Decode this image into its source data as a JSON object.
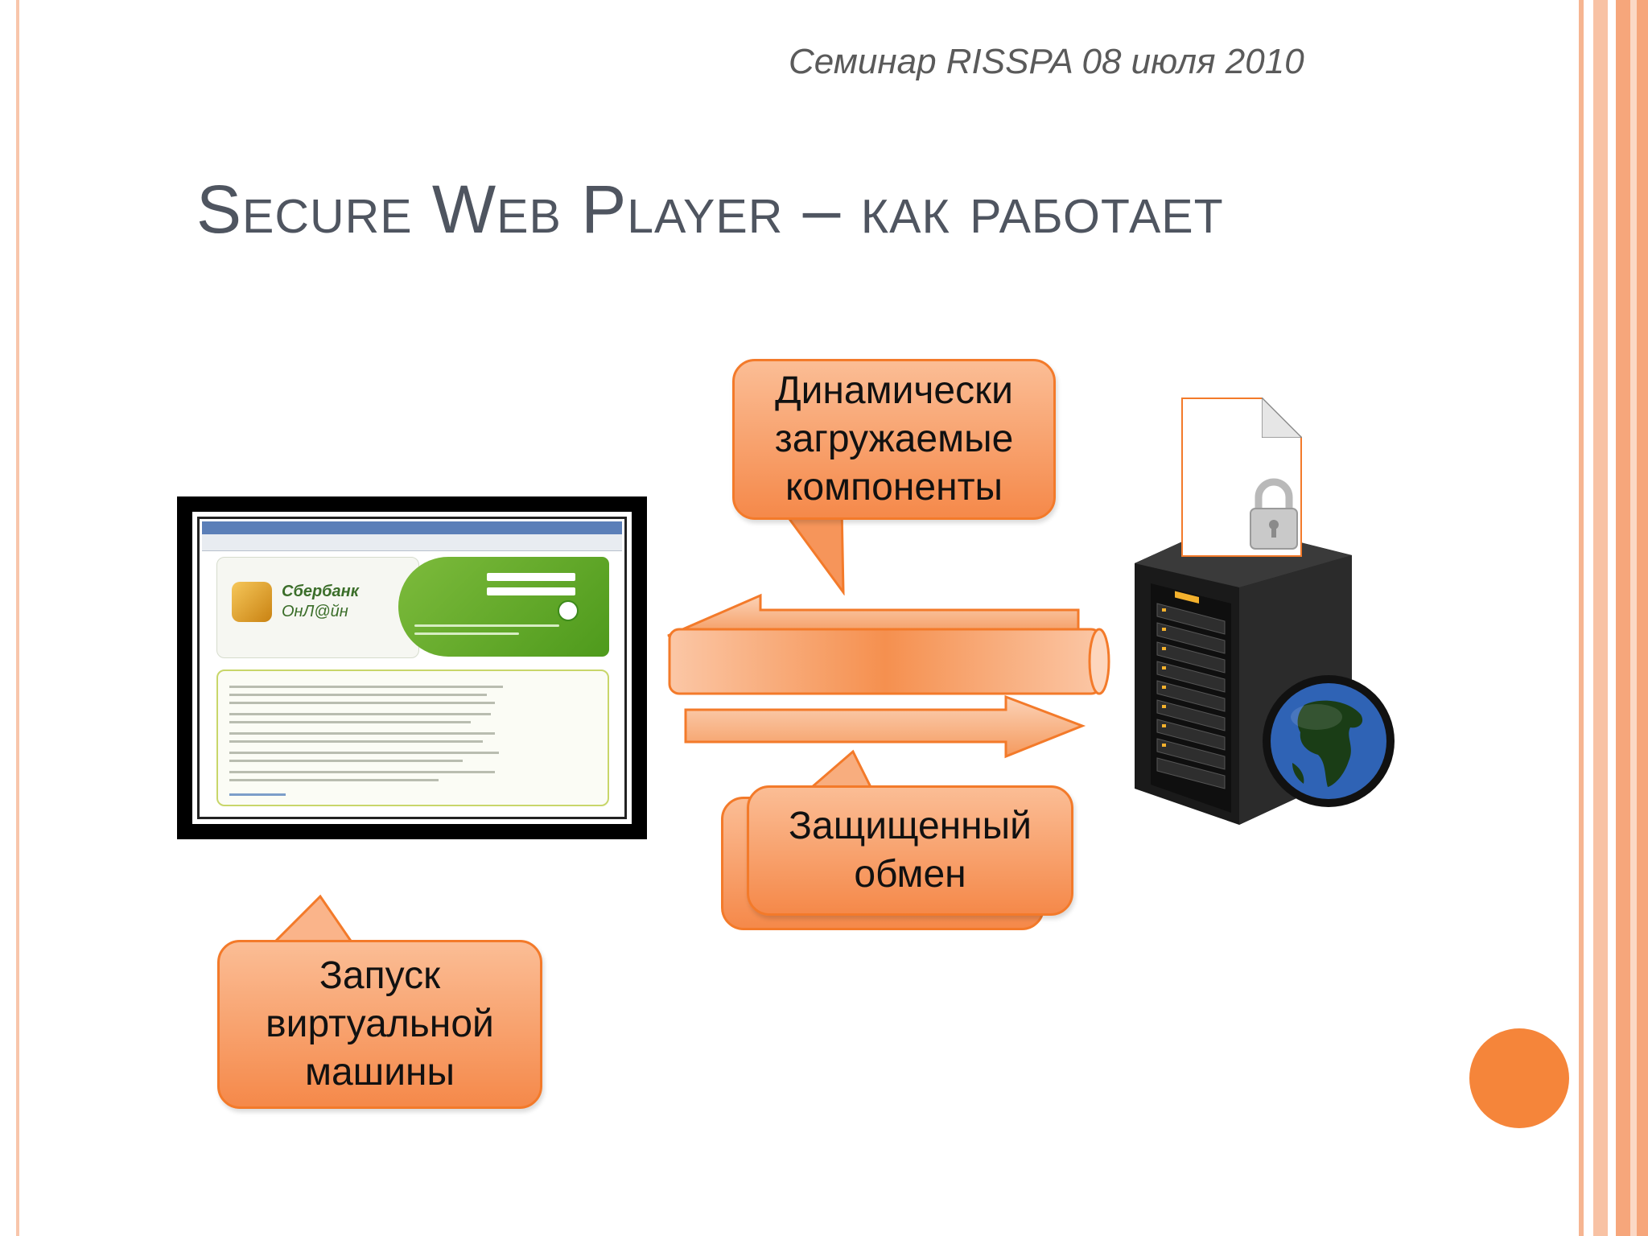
{
  "header_note": "Семинар RISSPA 08 июля 2010",
  "title": "Secure Web Player – как работает",
  "callouts": {
    "dynamic": "Динамически загружаемые компоненты",
    "secure": "Защищенный обмен",
    "launch": "Запуск виртуальной машины"
  },
  "browser_screenshot": {
    "logo_line1": "Сбербанк",
    "logo_line2": "ОнЛ@йн"
  },
  "icons": {
    "document": "locked-document-icon",
    "server": "server-rack-icon",
    "globe": "globe-icon"
  },
  "colors": {
    "accent": "#f37a2a",
    "callout_fill": "#f8a56f",
    "stripe": "#f5b08c",
    "title": "#4f5560"
  }
}
